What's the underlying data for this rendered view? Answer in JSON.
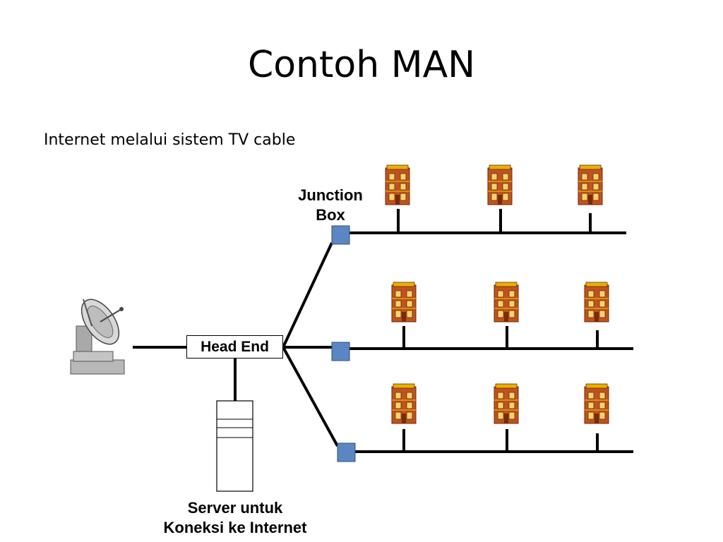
{
  "title": "Contoh MAN",
  "subtitle": "Internet melalui sistem TV cable",
  "labels": {
    "junction_box_line1": "Junction",
    "junction_box_line2": "Box",
    "head_end": "Head End",
    "server_line1": "Server untuk",
    "server_line2": "Koneksi ke Internet"
  },
  "colors": {
    "junction_box": "#5a87c4",
    "building_body": "#c0521f",
    "building_trim": "#e8b000",
    "line": "#000000"
  },
  "icons": {
    "antenna": "satellite-dish-icon",
    "building": "building-icon",
    "server": "server-tower-icon"
  },
  "branches": [
    {
      "name": "top-branch",
      "buildings": 3
    },
    {
      "name": "middle-branch",
      "buildings": 3
    },
    {
      "name": "bottom-branch",
      "buildings": 3
    }
  ]
}
